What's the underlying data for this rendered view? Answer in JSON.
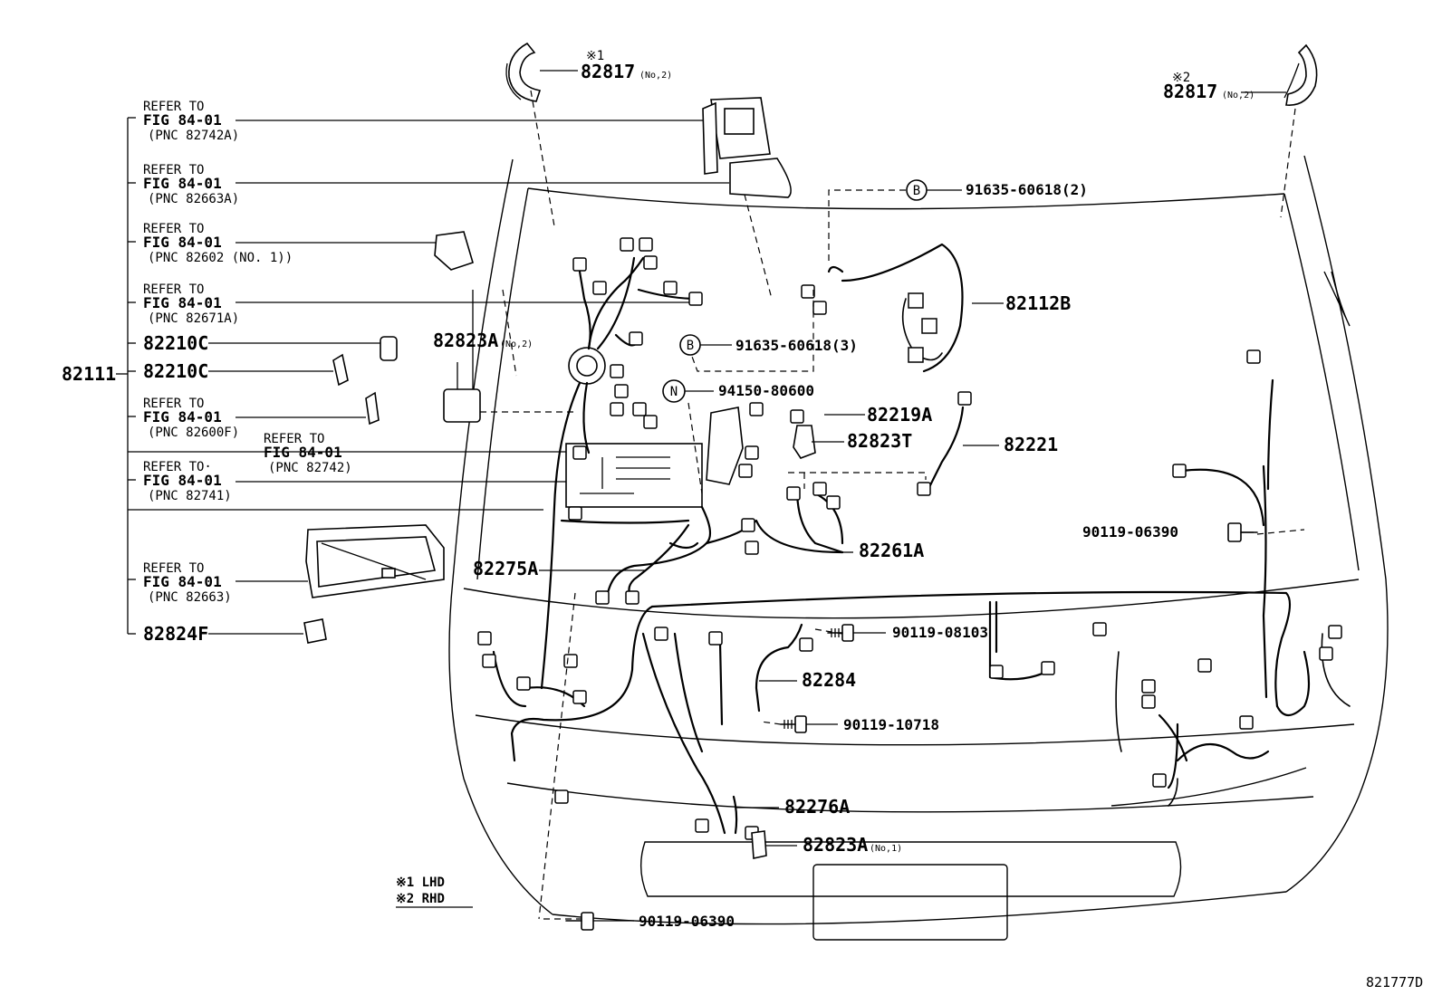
{
  "callouts": {
    "p82817_1": "82817",
    "p82817_1_note": "(No,2)",
    "mark1": "※1",
    "p82817_2": "82817",
    "p82817_2_note": "(No,2)",
    "mark2": "※2",
    "p91635_2": "91635-60618(2)",
    "p91635_3": "91635-60618(3)",
    "p82112B": "82112B",
    "p82823A_2": "82823A",
    "p82823A_2_note": "(No,2)",
    "p94150": "94150-80600",
    "p82219A": "82219A",
    "p82823T": "82823T",
    "p82221": "82221",
    "p82210C_a": "82210C",
    "p82210C_b": "82210C",
    "p82111": "82111",
    "p90119_06390_r": "90119-06390",
    "p82261A": "82261A",
    "p82275A": "82275A",
    "p90119_08103": "90119-08103",
    "p82284": "82284",
    "p90119_10718": "90119-10718",
    "p82276A": "82276A",
    "p82823A_1": "82823A",
    "p82823A_1_note": "(No,1)",
    "p90119_06390_b": "90119-06390",
    "p82824F": "82824F",
    "circle_b": "B",
    "circle_n": "N"
  },
  "refs": {
    "refer_to": "REFER TO",
    "refer_to_alt": "REFER TO·",
    "fig": "FIG 84-01",
    "pnc_82742A": "(PNC 82742A)",
    "pnc_82663A": "(PNC 82663A)",
    "pnc_82602": "(PNC 82602 (NO. 1))",
    "pnc_82671A": "(PNC 82671A)",
    "pnc_82600F": "(PNC 82600F)",
    "pnc_82742": "(PNC 82742)",
    "pnc_82741": "(PNC 82741)",
    "pnc_82663": "(PNC 82663)"
  },
  "legend": {
    "lhd": "※1 LHD",
    "rhd": "※2 RHD"
  },
  "figure_code": "821777D"
}
